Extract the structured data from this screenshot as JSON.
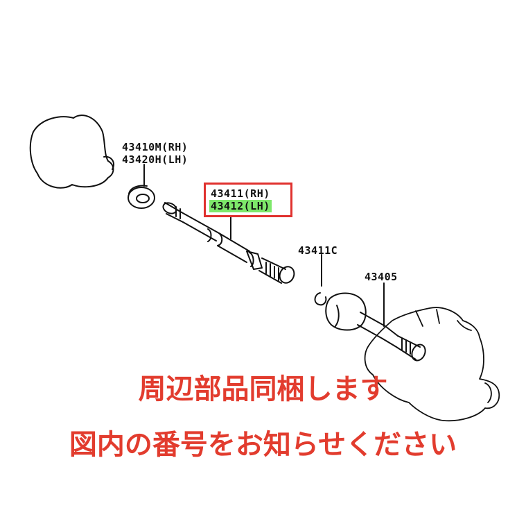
{
  "labels": {
    "seal_rh": "43410M(RH)",
    "seal_lh": "43420H(LH)",
    "shaft_rh": "43411(RH)",
    "shaft_lh": "43412(LH)",
    "snap_ring": "43411C",
    "inner_shaft": "43405"
  },
  "highlight_color": "#7ee86b",
  "box_color": "#e0312e",
  "notice": {
    "line1": "周辺部品同梱します",
    "line2": "図内の番号をお知らせください",
    "color": "#e23c2e"
  }
}
